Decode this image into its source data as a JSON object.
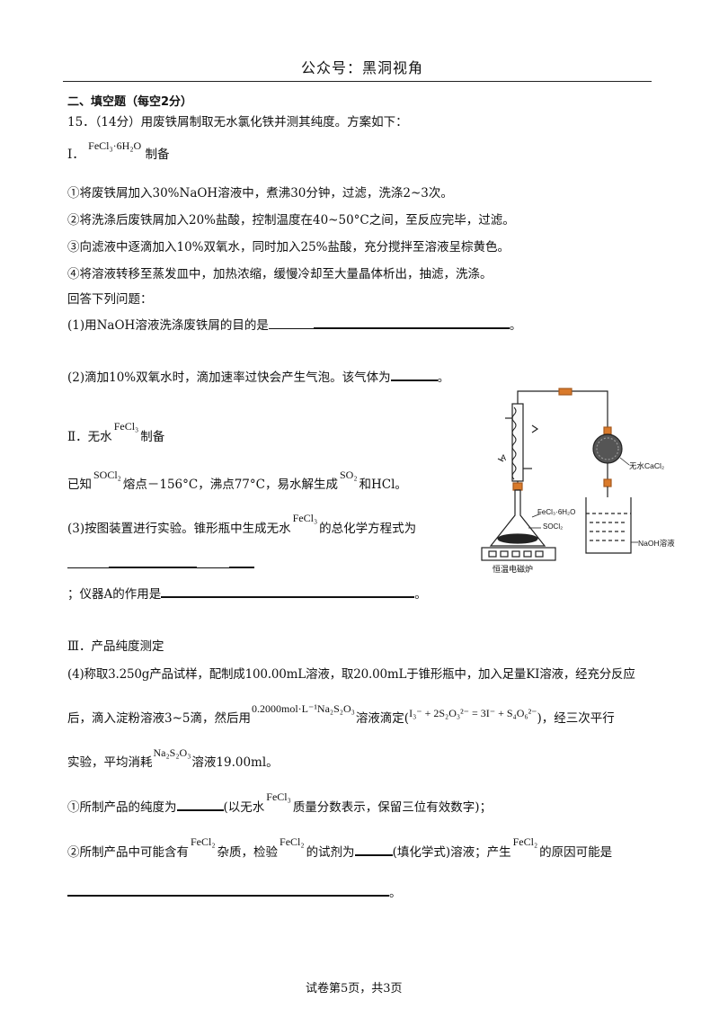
{
  "header": {
    "watermark": "公众号：黑洞视角"
  },
  "section": {
    "title": "二、填空题（每空2分）"
  },
  "q15": {
    "intro": "15．（14分）用废铁屑制取无水氯化铁并测其纯度。方案如下：",
    "part1_num": "Ⅰ．",
    "part1_formula": "FeCl₃·6H₂O",
    "part1_suffix": "制备",
    "steps": [
      "①将废铁屑加入30%NaOH溶液中，煮沸30分钟，过滤，洗涤2~3次。",
      "②将洗涤后废铁屑加入20%盐酸，控制温度在40~50°C之间，至反应完毕，过滤。",
      "③向滤液中逐滴加入10%双氧水，同时加入25%盐酸，充分搅拌至溶液呈棕黄色。",
      "④将溶液转移至蒸发皿中，加热浓缩，缓慢冷却至大量晶体析出，抽滤，洗涤。"
    ],
    "answer_prompt": "回答下列问题：",
    "q1_text": "(1)用NaOH溶液洗涤废铁屑的目的是",
    "q1_end": "。",
    "q2_text": "(2)滴加10%双氧水时，滴加速率过快会产生气泡。该气体为",
    "q2_end": "。",
    "part2_num": "Ⅱ．无水",
    "part2_formula": "FeCl₃",
    "part2_suffix": "制备",
    "known_prefix": "已知",
    "known_formula1": "SOCl₂",
    "known_mid": "熔点－156°C，沸点77°C，易水解生成",
    "known_formula2": "SO₂",
    "known_end": "和HCl。",
    "q3_text": "(3)按图装置进行实验。锥形瓶中生成无水",
    "q3_formula": "FeCl₃",
    "q3_end": "的总化学方程式为",
    "q3_instrument": "；仪器A的作用是",
    "q3_instrument_end": "。",
    "part3_title": "Ⅲ．产品纯度测定",
    "q4_line1": "(4)称取3.250g产品试样，配制成100.00mL溶液，取20.00mL于锥形瓶中，加入足量KI溶液，经充分反应",
    "q4_line2_a": "后，滴入淀粉溶液3~5滴，然后用",
    "q4_line2_reagent": "0.2000mol·L⁻¹Na₂S₂O₃",
    "q4_line2_b": "溶液滴定(",
    "q4_line2_eq": "I₃⁻ + 2S₂O₃²⁻ = 3I⁻ + S₄O₆²⁻",
    "q4_line2_c": ")，经三次平行",
    "q4_line3_a": "实验，平均消耗",
    "q4_line3_formula": "Na₂S₂O₃",
    "q4_line3_b": "溶液19.00ml。",
    "q4a_text": "①所制产品的纯度为",
    "q4a_mid": "(以无水",
    "q4a_formula": "FeCl₃",
    "q4a_end": "质量分数表示，保留三位有效数字)；",
    "q4b_a": "②所制产品中可能含有",
    "q4b_formula": "FeCl₂",
    "q4b_b": "杂质，检验",
    "q4b_c": "的试剂为",
    "q4b_d": "(填化学式)溶液；产生",
    "q4b_e": "的原因可能是",
    "q4b_end": "。"
  },
  "apparatus": {
    "label_a": "A",
    "label_cacl2": "无水CaCl₂",
    "label_flask1": "FeCl₃·6H₂O",
    "label_flask2": "SOCl₂",
    "label_naoh": "NaOH溶液",
    "label_heater": "恒温电磁炉"
  },
  "footer": {
    "page": "试卷第5页，共3页"
  }
}
